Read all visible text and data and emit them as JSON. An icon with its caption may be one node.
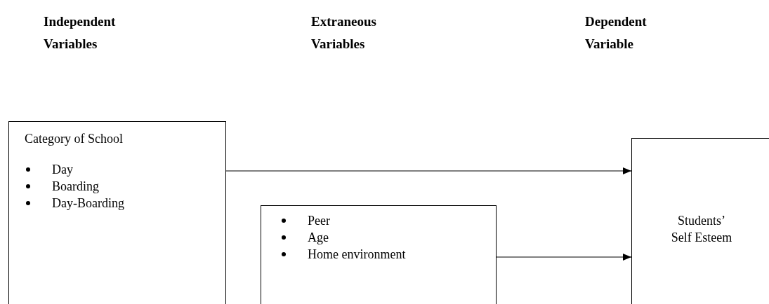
{
  "diagram": {
    "nodes": [
      {
        "text": [
          "Category of School",
          "Day",
          "Boarding",
          "Day-Boarding"
        ]
      },
      {
        "text": [
          "Peer",
          "Age",
          "Home environment"
        ]
      },
      {
        "text": [
          "Students’ Self Esteem"
        ]
      }
    ],
    "edges": [
      {
        "from": 0,
        "to": 2,
        "arrow": "to"
      },
      {
        "from": 1,
        "to": 2,
        "arrow": "to"
      }
    ],
    "labels": [
      "Independent Variables",
      "Extraneous Variables",
      "Dependent Variable"
    ]
  }
}
